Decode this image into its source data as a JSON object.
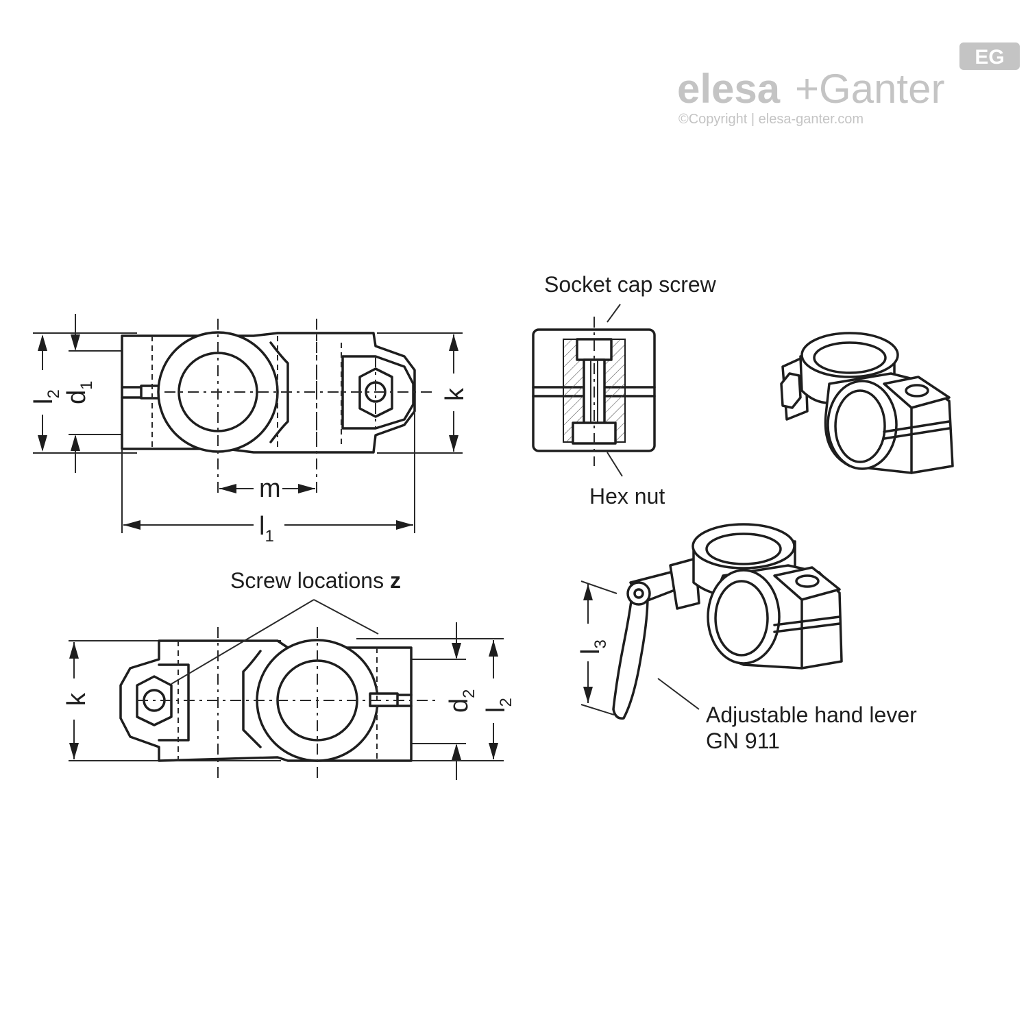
{
  "logo": {
    "brand_left": "elesa",
    "brand_plus": "+",
    "brand_right": "Ganter",
    "badge": "EG",
    "copyright": "©Copyright | elesa-ganter.com"
  },
  "dimensions": {
    "l1": "l",
    "l1_sub": "1",
    "l2": "l",
    "l2_sub": "2",
    "l3": "l",
    "l3_sub": "3",
    "d1": "d",
    "d1_sub": "1",
    "d2": "d",
    "d2_sub": "2",
    "k": "k",
    "m": "m"
  },
  "callouts": {
    "socket_cap_screw": "Socket cap screw",
    "hex_nut": "Hex nut",
    "screw_locations": "Screw locations ",
    "screw_locations_bold": "z",
    "hand_lever_line1": "Adjustable hand lever",
    "hand_lever_line2": "GN 911"
  }
}
